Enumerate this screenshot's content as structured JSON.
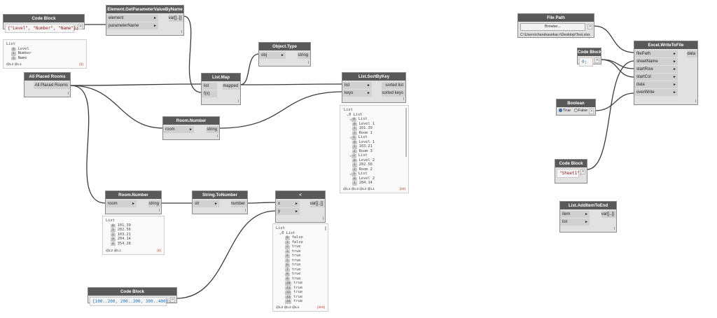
{
  "nodes": {
    "cb1": {
      "title": "Code Block",
      "code": "{\"Level\", \"Number\", \"Name\"};",
      "arrow": ">"
    },
    "cb1_preview": {
      "title": "List",
      "items": [
        {
          "i": "0",
          "v": "Level"
        },
        {
          "i": "1",
          "v": "Number"
        },
        {
          "i": "2",
          "v": "Name"
        }
      ],
      "footer": "@L2 @L1",
      "count": "{3}"
    },
    "getparam": {
      "title": "Element.GetParameterValueByName",
      "in": [
        "element",
        "parameterName"
      ],
      "out": [
        "var[]..[]"
      ],
      "lace": "l"
    },
    "placed": {
      "title": "All Placed Rooms",
      "out": "All Placed Rooms",
      "lace": "l"
    },
    "objtype": {
      "title": "Object.Type",
      "in": [
        "obj"
      ],
      "out": [
        "string"
      ],
      "lace": "l"
    },
    "listmap": {
      "title": "List.Map",
      "in": [
        "list",
        "f(x)"
      ],
      "out": [
        "mapped"
      ],
      "lace": "l"
    },
    "sortbykey": {
      "title": "List.SortByKey",
      "in": [
        "list",
        "keys"
      ],
      "out": [
        "sorted list",
        "sorted keys"
      ],
      "lace": "l"
    },
    "sort_preview": {
      "rows": [
        {
          "t": "List",
          "d": 0
        },
        {
          "t": "0 List",
          "d": 1,
          "c": true
        },
        {
          "t": "List",
          "d": 2,
          "c": true,
          "i": "0"
        },
        {
          "t": "Level 1",
          "d": 3,
          "i": "0"
        },
        {
          "t": "101.39",
          "d": 3,
          "i": "1"
        },
        {
          "t": "Room 1",
          "d": 3,
          "i": "2"
        },
        {
          "t": "List",
          "d": 2,
          "c": true,
          "i": "1"
        },
        {
          "t": "Level 1",
          "d": 3,
          "i": "0"
        },
        {
          "t": "103.21",
          "d": 3,
          "i": "1"
        },
        {
          "t": "Room 3",
          "d": 3,
          "i": "2"
        },
        {
          "t": "List",
          "d": 2,
          "c": true,
          "i": "2"
        },
        {
          "t": "Level 2",
          "d": 3,
          "i": "0"
        },
        {
          "t": "202.56",
          "d": 3,
          "i": "1"
        },
        {
          "t": "Room 2",
          "d": 3,
          "i": "2"
        },
        {
          "t": "List",
          "d": 2,
          "c": true,
          "i": "3"
        },
        {
          "t": "Level 2",
          "d": 3,
          "i": "0"
        },
        {
          "t": "204.14",
          "d": 3,
          "i": "1"
        }
      ],
      "footer": "@L4 @L3 @L2 @L1",
      "count": "{20}"
    },
    "roomnum1": {
      "title": "Room.Number",
      "in": [
        "room"
      ],
      "out": [
        "string"
      ],
      "lace": "l"
    },
    "roomnum2": {
      "title": "Room.Number",
      "in": [
        "room"
      ],
      "out": [
        "string"
      ],
      "lace": "l"
    },
    "room_preview": {
      "title": "List",
      "items": [
        {
          "i": "0",
          "v": "101.39"
        },
        {
          "i": "1",
          "v": "202.56"
        },
        {
          "i": "2",
          "v": "103.21"
        },
        {
          "i": "3",
          "v": "204.14"
        },
        {
          "i": "4",
          "v": "354.28"
        }
      ],
      "footer": "@L2 @L1",
      "count": "{5}"
    },
    "tonumber": {
      "title": "String.ToNumber",
      "in": [
        "str"
      ],
      "out": [
        "number"
      ],
      "lace": "l"
    },
    "lessthan": {
      "title": "<",
      "in": [
        "x",
        "y"
      ],
      "out": [
        "var[]..[]"
      ],
      "lace": "l"
    },
    "lt_preview": {
      "head": "List",
      "sub": "0 List",
      "items": [
        {
          "i": "0",
          "v": "false"
        },
        {
          "i": "1",
          "v": "false"
        },
        {
          "i": "2",
          "v": "true"
        },
        {
          "i": "3",
          "v": "true"
        },
        {
          "i": "4",
          "v": "true"
        },
        {
          "i": "5",
          "v": "true"
        },
        {
          "i": "6",
          "v": "true"
        },
        {
          "i": "7",
          "v": "true"
        },
        {
          "i": "8",
          "v": "true"
        },
        {
          "i": "9",
          "v": "true"
        },
        {
          "i": "10",
          "v": "true"
        },
        {
          "i": "11",
          "v": "true"
        },
        {
          "i": "12",
          "v": "true"
        },
        {
          "i": "13",
          "v": "true"
        },
        {
          "i": "14",
          "v": "true"
        }
      ],
      "footer": "@L3 @L2 @L1",
      "count": "{303}"
    },
    "cb_range": {
      "title": "Code Block",
      "code": "{100..200, 200..300, 300..400};",
      "arrow": ">"
    },
    "filepath": {
      "title": "File Path",
      "button": "Browse...",
      "path": "C:\\Users\\chandrasekar.r\\Desktop\\Test.xlsx",
      "arrow": ">"
    },
    "cb_zero": {
      "title": "Code Block",
      "code": "0;",
      "arrow": ">"
    },
    "excel": {
      "title": "Excel.WriteToFile",
      "in": [
        "filePath",
        "sheetName",
        "startRow",
        "startCol",
        "data",
        "overWrite"
      ],
      "out": [
        "data"
      ],
      "lace": "l"
    },
    "boolean": {
      "title": "Boolean",
      "true_label": "True",
      "false_label": "False",
      "selected": "True",
      "arrow": ">"
    },
    "cb_sheet": {
      "title": "Code Block",
      "code": "\"Sheet1\";",
      "arrow": ">"
    },
    "additem": {
      "title": "List.AddItemToEnd",
      "in": [
        "item",
        "list"
      ],
      "out": [
        "var[]..[]"
      ],
      "lace": "l"
    }
  },
  "colors": {
    "header": "#595959",
    "node_body": "#e1e1e1",
    "wire": "#3a3a3a",
    "count": "#c0392b",
    "code_string": "#8b1a1a",
    "code_number": "#1f6fb2"
  }
}
